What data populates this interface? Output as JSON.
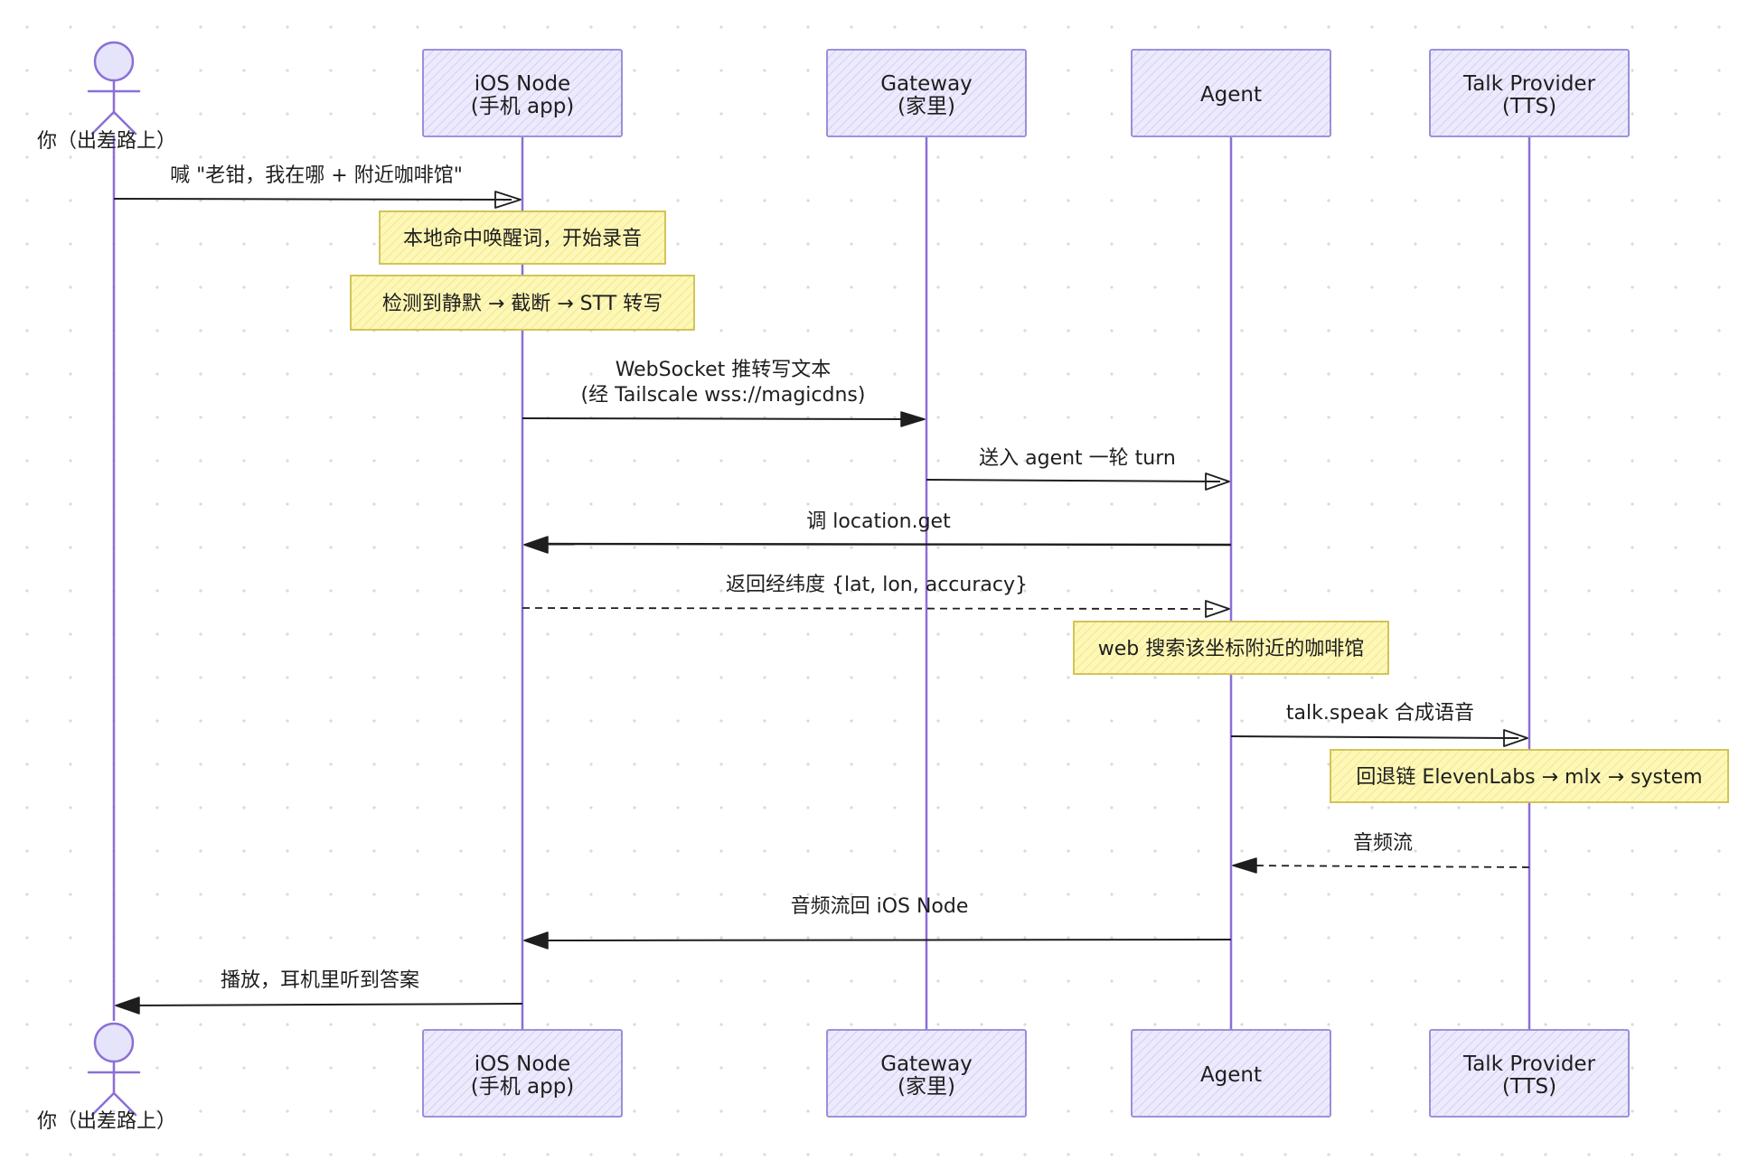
{
  "colors": {
    "participant_fill": "#e5e4fb",
    "participant_stroke": "#8e86d6",
    "lifeline": "#8b6fd6",
    "actor_fill": "#e5e4fb",
    "actor_stroke": "#8b6fd6",
    "note_fill": "#fdf6b2",
    "note_stroke": "#cdbf4a",
    "arrow": "#1e1e1e",
    "text": "#1e1e1e"
  },
  "actor": {
    "name": "你（出差路上）"
  },
  "participants": [
    {
      "id": "ios",
      "line1": "iOS Node",
      "line2": "(手机 app)"
    },
    {
      "id": "gateway",
      "line1": "Gateway",
      "line2": "(家里)"
    },
    {
      "id": "agent",
      "line1": "Agent",
      "line2": ""
    },
    {
      "id": "tts",
      "line1": "Talk Provider",
      "line2": "(TTS)"
    }
  ],
  "messages": [
    {
      "from": "you",
      "to": "ios",
      "label": "喊 \"老钳，我在哪 + 附近咖啡馆\"",
      "label2": "",
      "style": "solid-open"
    },
    {
      "from": "ios",
      "to": "gateway",
      "label": "WebSocket 推转写文本",
      "label2": "(经 Tailscale wss://magicdns)",
      "style": "solid-filled"
    },
    {
      "from": "gateway",
      "to": "agent",
      "label": "送入 agent 一轮 turn",
      "label2": "",
      "style": "solid-open"
    },
    {
      "from": "agent",
      "to": "ios",
      "label": "调 location.get",
      "label2": "",
      "style": "solid-filled"
    },
    {
      "from": "ios",
      "to": "agent",
      "label": "返回经纬度 {lat, lon, accuracy}",
      "label2": "",
      "style": "dashed-open"
    },
    {
      "from": "agent",
      "to": "tts",
      "label": "talk.speak 合成语音",
      "label2": "",
      "style": "solid-open"
    },
    {
      "from": "tts",
      "to": "agent",
      "label": "音频流",
      "label2": "",
      "style": "dashed-filled"
    },
    {
      "from": "agent",
      "to": "ios",
      "label": "音频流回 iOS Node",
      "label2": "",
      "style": "solid-filled"
    },
    {
      "from": "ios",
      "to": "you",
      "label": "播放，耳机里听到答案",
      "label2": "",
      "style": "solid-filled"
    }
  ],
  "notes": [
    {
      "over": "ios",
      "text": "本地命中唤醒词，开始录音"
    },
    {
      "over": "ios",
      "text": "检测到静默 → 截断 → STT 转写"
    },
    {
      "over": "agent",
      "text": "web 搜索该坐标附近的咖啡馆"
    },
    {
      "over": "tts",
      "text": "回退链 ElevenLabs → mlx → system"
    }
  ]
}
